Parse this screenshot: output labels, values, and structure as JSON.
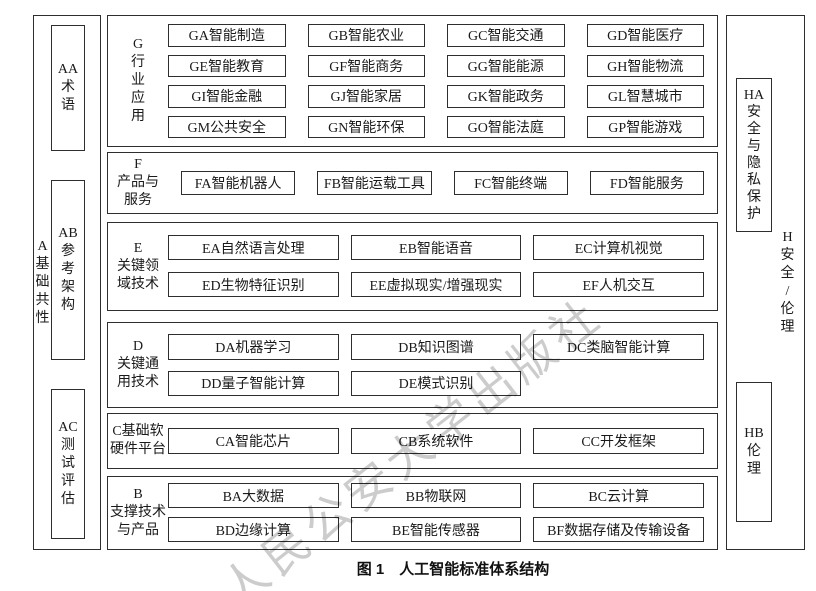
{
  "figure": {
    "caption": "图 1　人工智能标准体系结构"
  },
  "watermark": {
    "text": "人民公安大学出版社"
  },
  "colors": {
    "border": "#2e2e2e",
    "text": "#1a1a1a",
    "watermark_gray": "#c6c6c6",
    "background": "#ffffff"
  },
  "columns": {
    "a": {
      "label": "A\n基\n础\n共\n性",
      "items": {
        "aa": "AA\n术\n语",
        "ab": "AB\n参\n考\n架\n构",
        "ac": "AC\n测\n试\n评\n估"
      }
    },
    "h": {
      "label": "H\n安\n全\n/\n伦\n理",
      "items": {
        "ha": "HA\n安\n全\n与\n隐\n私\n保\n护",
        "hb": "HB\n伦\n理"
      }
    }
  },
  "sections": {
    "g": {
      "label": "G\n行\n业\n应\n用",
      "items": [
        "GA智能制造",
        "GB智能农业",
        "GC智能交通",
        "GD智能医疗",
        "GE智能教育",
        "GF智能商务",
        "GG智能能源",
        "GH智能物流",
        "GI智能金融",
        "GJ智能家居",
        "GK智能政务",
        "GL智慧城市",
        "GM公共安全",
        "GN智能环保",
        "GO智能法庭",
        "GP智能游戏"
      ]
    },
    "f": {
      "label": "F\n产品与\n服务",
      "items": [
        "FA智能机器人",
        "FB智能运载工具",
        "FC智能终端",
        "FD智能服务"
      ]
    },
    "e": {
      "label": "E\n关键领\n域技术",
      "items": [
        "EA自然语言处理",
        "EB智能语音",
        "EC计算机视觉",
        "ED生物特征识别",
        "EE虚拟现实/增强现实",
        "EF人机交互"
      ]
    },
    "d": {
      "label": "D\n关键通\n用技术",
      "items": [
        "DA机器学习",
        "DB知识图谱",
        "DC类脑智能计算",
        "DD量子智能计算",
        "DE模式识别"
      ]
    },
    "c": {
      "label": "C基础软\n硬件平台",
      "items": [
        "CA智能芯片",
        "CB系统软件",
        "CC开发框架"
      ]
    },
    "b": {
      "label": "B\n支撑技术\n与产品",
      "items": [
        "BA大数据",
        "BB物联网",
        "BC云计算",
        "BD边缘计算",
        "BE智能传感器",
        "BF数据存储及传输设备"
      ]
    }
  }
}
